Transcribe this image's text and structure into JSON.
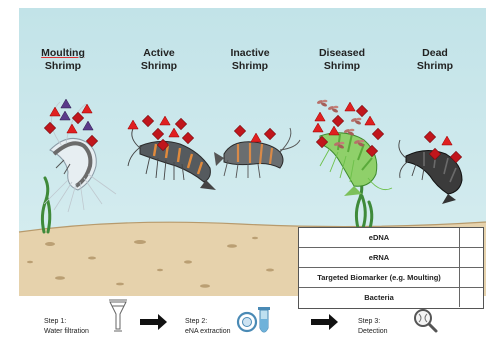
{
  "categories": [
    {
      "line1": "Moulting",
      "line2": "Shrimp"
    },
    {
      "line1": "Active",
      "line2": "Shrimp"
    },
    {
      "line1": "Inactive",
      "line2": "Shrimp"
    },
    {
      "line1": "Diseased",
      "line2": "Shrimp"
    },
    {
      "line1": "Dead",
      "line2": "Shrimp"
    }
  ],
  "legend": [
    {
      "label": "eDNA",
      "symbol": "edna-icon"
    },
    {
      "label": "eRNA",
      "symbol": "erna-icon"
    },
    {
      "label": "Targeted Biomarker (e.g. Moulting)",
      "symbol": "biomarker-icon"
    },
    {
      "label": "Bacteria",
      "symbol": "bacteria-icon"
    }
  ],
  "steps": [
    {
      "line1": "Step 1:",
      "line2": "Water filtration"
    },
    {
      "line1": "Step 2:",
      "line2": "eNA extraction"
    },
    {
      "line1": "Step 3:",
      "line2": "Detection"
    }
  ],
  "colors": {
    "water": "#c9e6ea",
    "sediment": "#e6d2ac",
    "edna": "#c0161c",
    "erna": "#e02020",
    "biomarker": "#5a3a8a",
    "bacteria": "#b8706a"
  }
}
